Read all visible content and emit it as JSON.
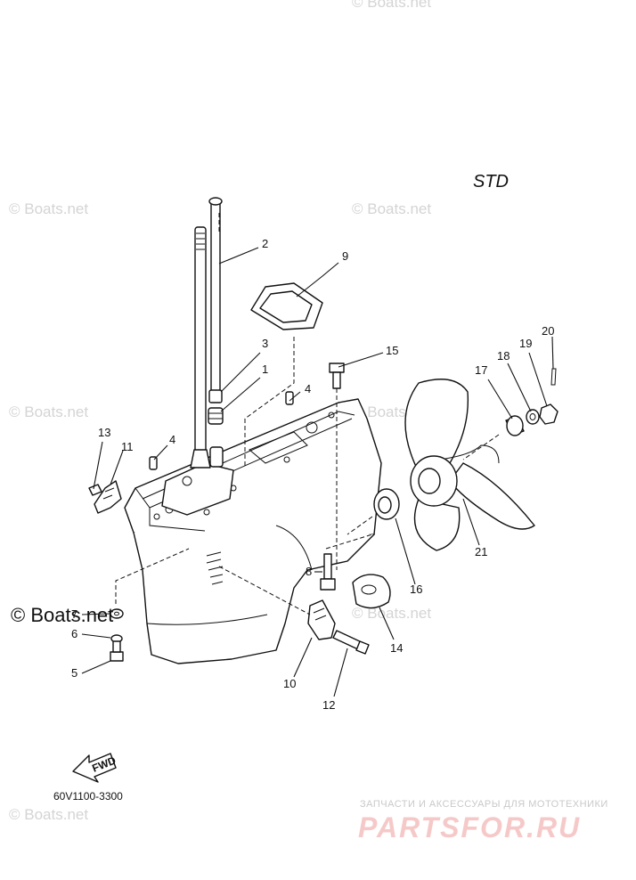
{
  "diagram": {
    "variant_label": "STD",
    "drawing_code": "60V1100-3300",
    "fwd_label": "FWD",
    "callouts": [
      "1",
      "2",
      "3",
      "4",
      "4",
      "5",
      "6",
      "7",
      "8",
      "9",
      "10",
      "11",
      "12",
      "13",
      "14",
      "15",
      "16",
      "17",
      "18",
      "19",
      "20",
      "21"
    ]
  },
  "watermarks": {
    "site": "© Boats.net",
    "shop_tagline": "ЗАПЧАСТИ И АКСЕССУАРЫ ДЛЯ МОТОТЕХНИКИ",
    "shop_name": "PARTSFOR.RU"
  }
}
